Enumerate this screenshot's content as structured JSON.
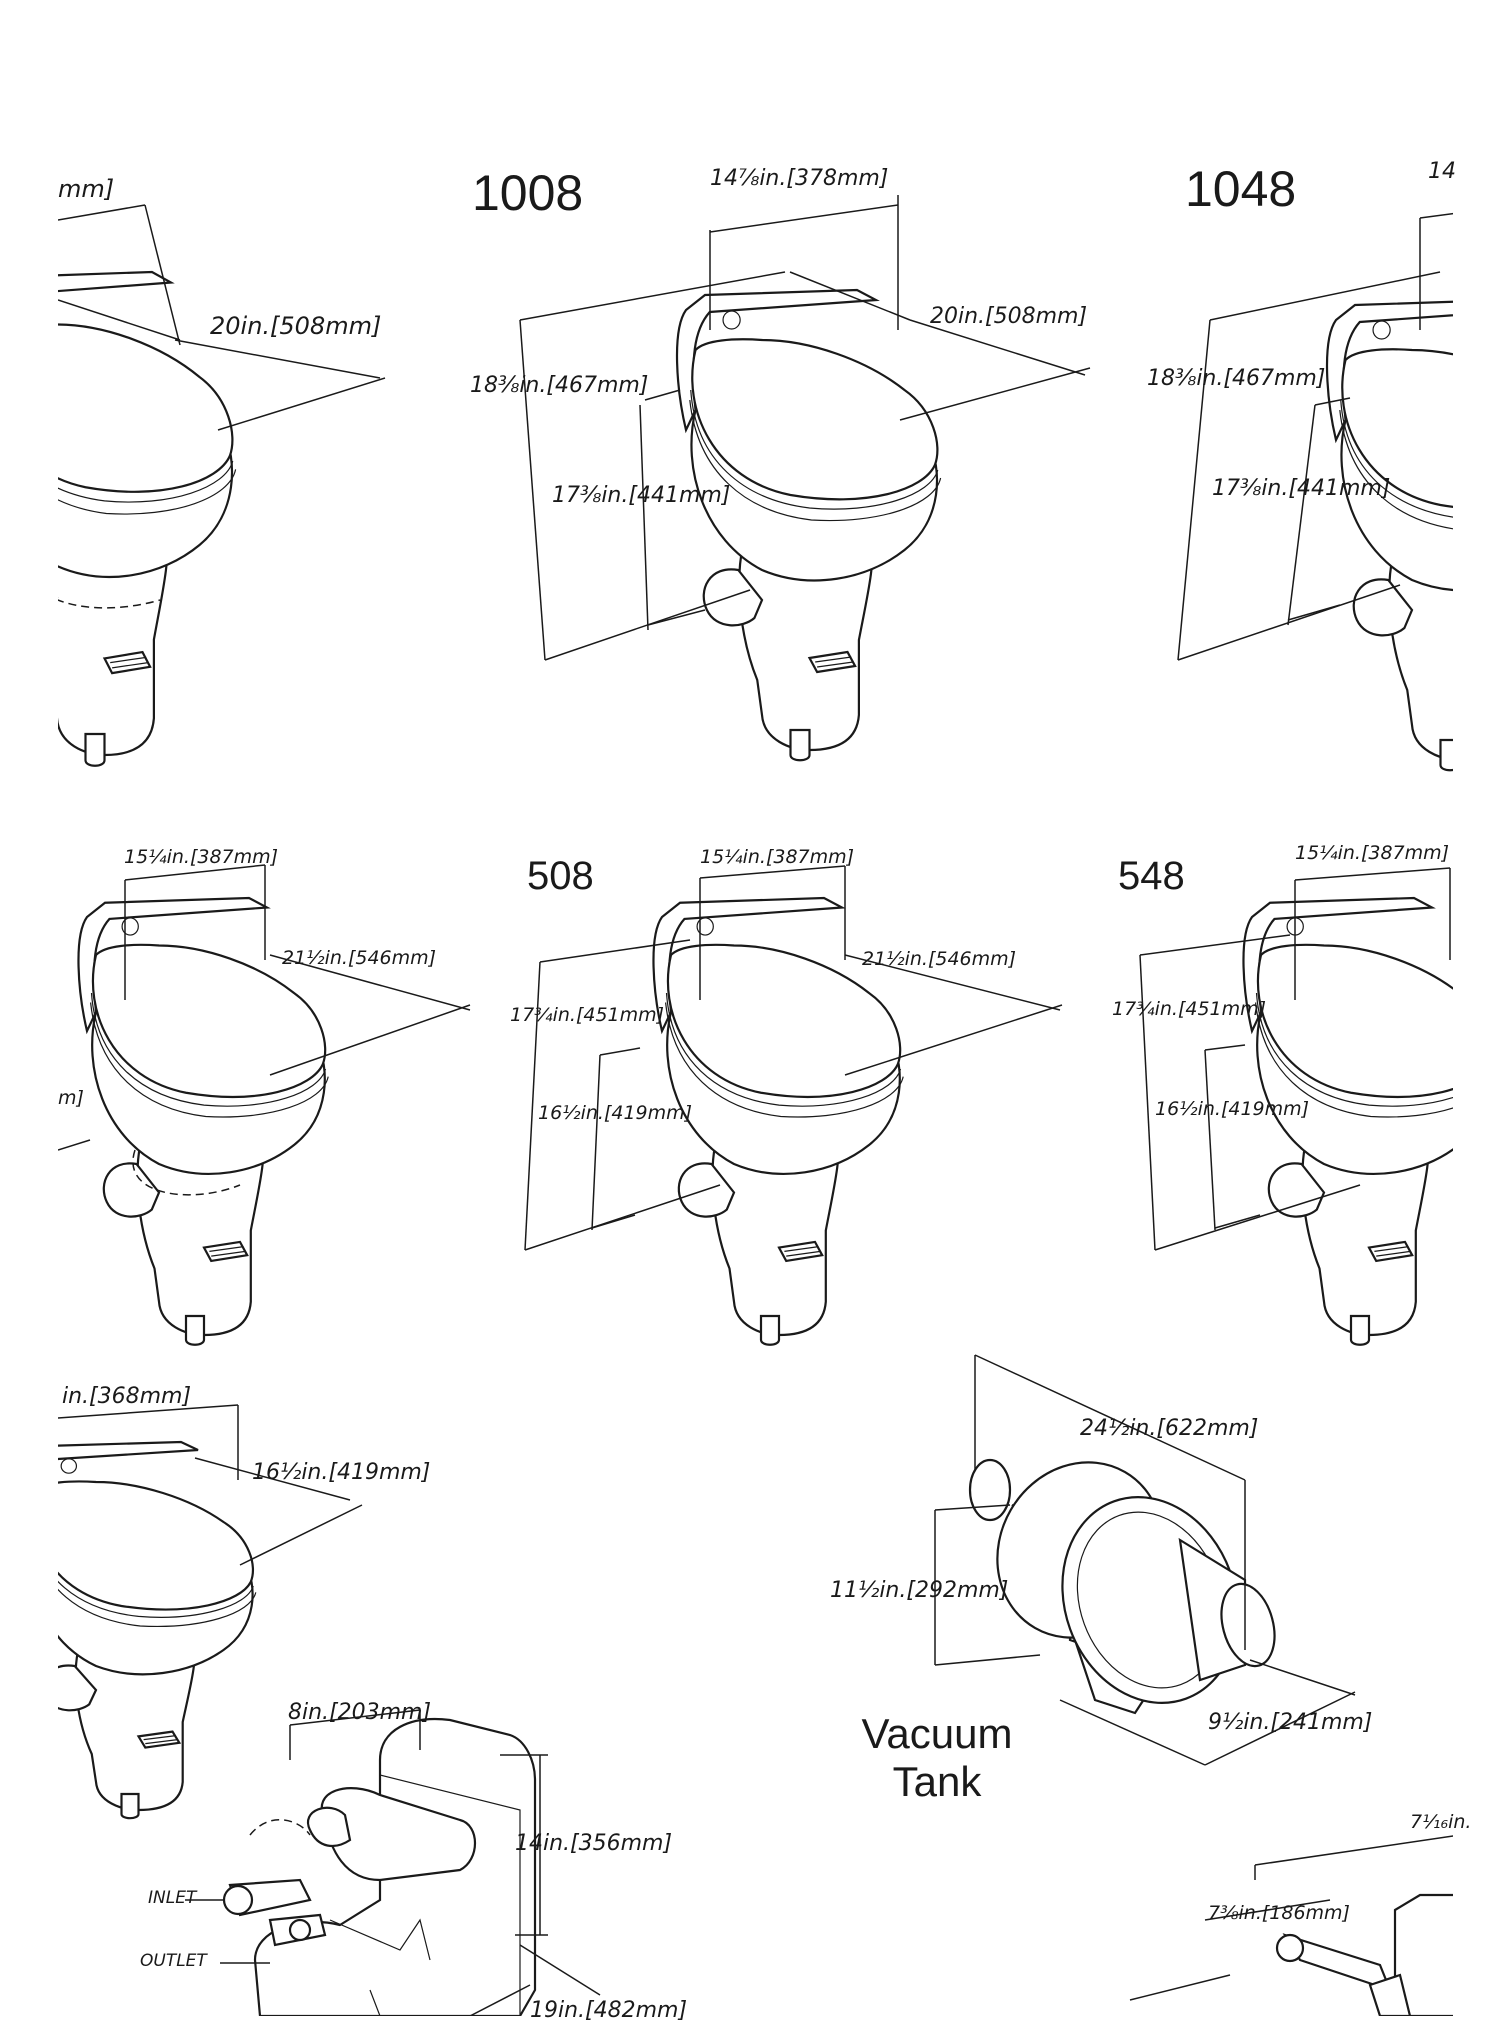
{
  "toilets": [
    {
      "model": "",
      "width": "",
      "depth": "20in.[508mm]",
      "height_total": "",
      "height_seat": ""
    },
    {
      "model": "1008",
      "width": "14⅞in.[378mm]",
      "depth": "20in.[508mm]",
      "height_total": "18⅜in.[467mm]",
      "height_seat": "17⅜in.[441mm]"
    },
    {
      "model": "1048",
      "width": "14",
      "depth": "",
      "height_total": "18⅜in.[467mm]",
      "height_seat": "17⅜in.[441mm]"
    },
    {
      "model": "",
      "width": "15¼in.[387mm]",
      "depth": "21½in.[546mm]",
      "height_total": "",
      "height_seat": ""
    },
    {
      "model": "508",
      "width": "15¼in.[387mm]",
      "depth": "21½in.[546mm]",
      "height_total": "17¾in.[451mm]",
      "height_seat": "16½in.[419mm]"
    },
    {
      "model": "548",
      "width": "15¼in.[387mm]",
      "depth": "",
      "height_total": "17¾in.[451mm]",
      "height_seat": "16½in.[419mm]"
    },
    {
      "model": "",
      "width": "in.[368mm]",
      "depth": "16½in.[419mm]",
      "height_total": "",
      "height_seat": ""
    }
  ],
  "partials": {
    "top_left_width": "mm]",
    "mid_left_height": "m]"
  },
  "vacuum_tank": {
    "caption_line1": "Vacuum",
    "caption_line2": "Tank",
    "length": "24½in.[622mm]",
    "height": "11½in.[292mm]",
    "diameter": "9½in.[241mm]"
  },
  "pump": {
    "width": "8in.[203mm]",
    "height": "14in.[356mm]",
    "length": "19in.[482mm]",
    "inlet": "INLET",
    "outlet": "OUTLET"
  },
  "bottom_right": {
    "width": "7⅟₁₆in.",
    "height": "7⅜in.[186mm]"
  }
}
